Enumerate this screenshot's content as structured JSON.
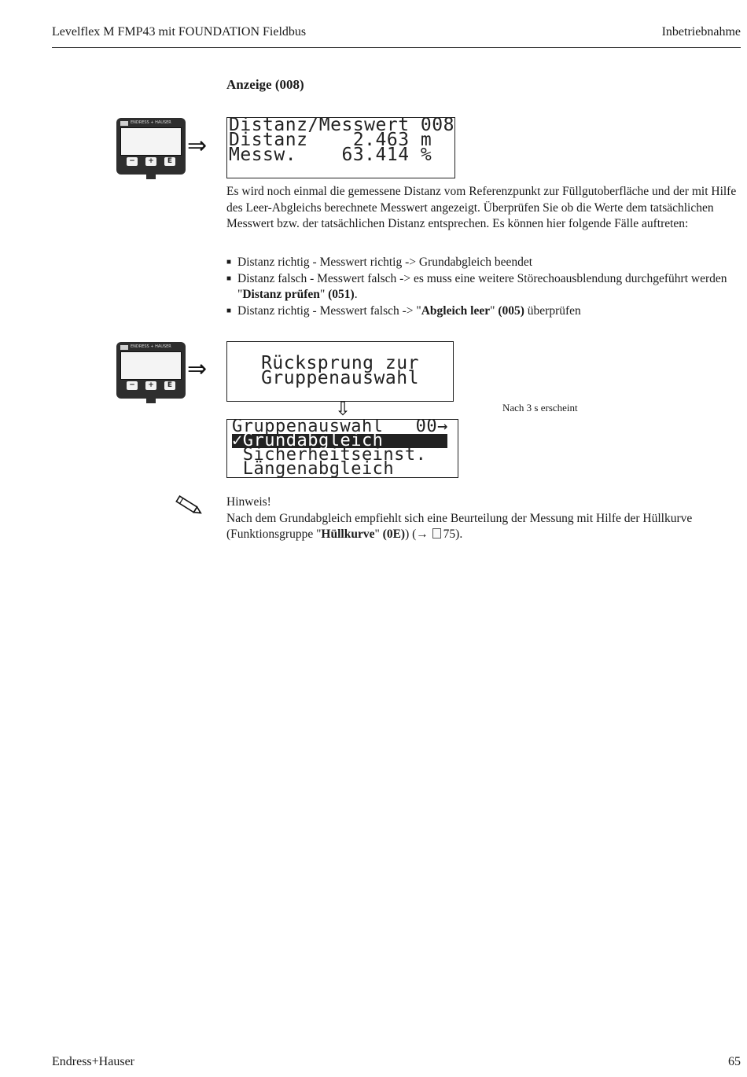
{
  "header": {
    "left": "Levelflex M FMP43 mit FOUNDATION Fieldbus",
    "right": "Inbetriebnahme"
  },
  "section_title": "Anzeige (008)",
  "device": {
    "brand": "ENDRESS + HAUSER",
    "buttons": [
      "−",
      "+",
      "E"
    ]
  },
  "lcd1": {
    "line1": "Distanz/Messwert 008",
    "line2": "Distanz    2.463 m",
    "line3": "Messw.    63.414 %"
  },
  "paragraph": "Es wird noch einmal die gemessene Distanz vom Referenzpunkt zur Füllgutoberfläche und der mit Hilfe des Leer-Abgleichs berechnete Messwert angezeigt. Überprüfen Sie ob die Werte dem tatsächlichen Messwert bzw. der tatsächlichen Distanz entsprechen. Es können hier folgende Fälle auftreten:",
  "bullets": [
    {
      "text": "Distanz richtig - Messwert richtig  -> Grundabgleich beendet"
    },
    {
      "pre": "Distanz falsch - Messwert falsch  -> es muss eine weitere Störechoausblendung durchgeführt werden \"",
      "bold": "Distanz prüfen",
      "mid": "\" ",
      "bold2": "(051)",
      "post": "."
    },
    {
      "pre": "Distanz richtig - Messwert falsch  -> \"",
      "bold": "Abgleich leer",
      "mid": "\" ",
      "bold2": "(005)",
      "post": " überprüfen"
    }
  ],
  "lcd2": {
    "line1": "Rücksprung zur",
    "line2": "Gruppenauswahl"
  },
  "lcd3": {
    "line1": "Gruppenauswahl   00→",
    "line2": "✓Grundabgleich",
    "line3": " Sicherheitseinst.",
    "line4": " Längenabgleich"
  },
  "nach_text": "Nach 3 s erscheint",
  "note": {
    "title": "Hinweis!",
    "text_pre": "Nach dem Grundabgleich empfiehlt sich eine Beurteilung der Messung mit Hilfe der Hüllkurve (Funktionsgruppe \"",
    "bold": "Hüllkurve",
    "mid": "\" ",
    "bold2": "(0E)",
    "post": ") (→ ",
    "page_ref": "75)."
  },
  "footer": {
    "left": "Endress+Hauser",
    "right": "65"
  }
}
